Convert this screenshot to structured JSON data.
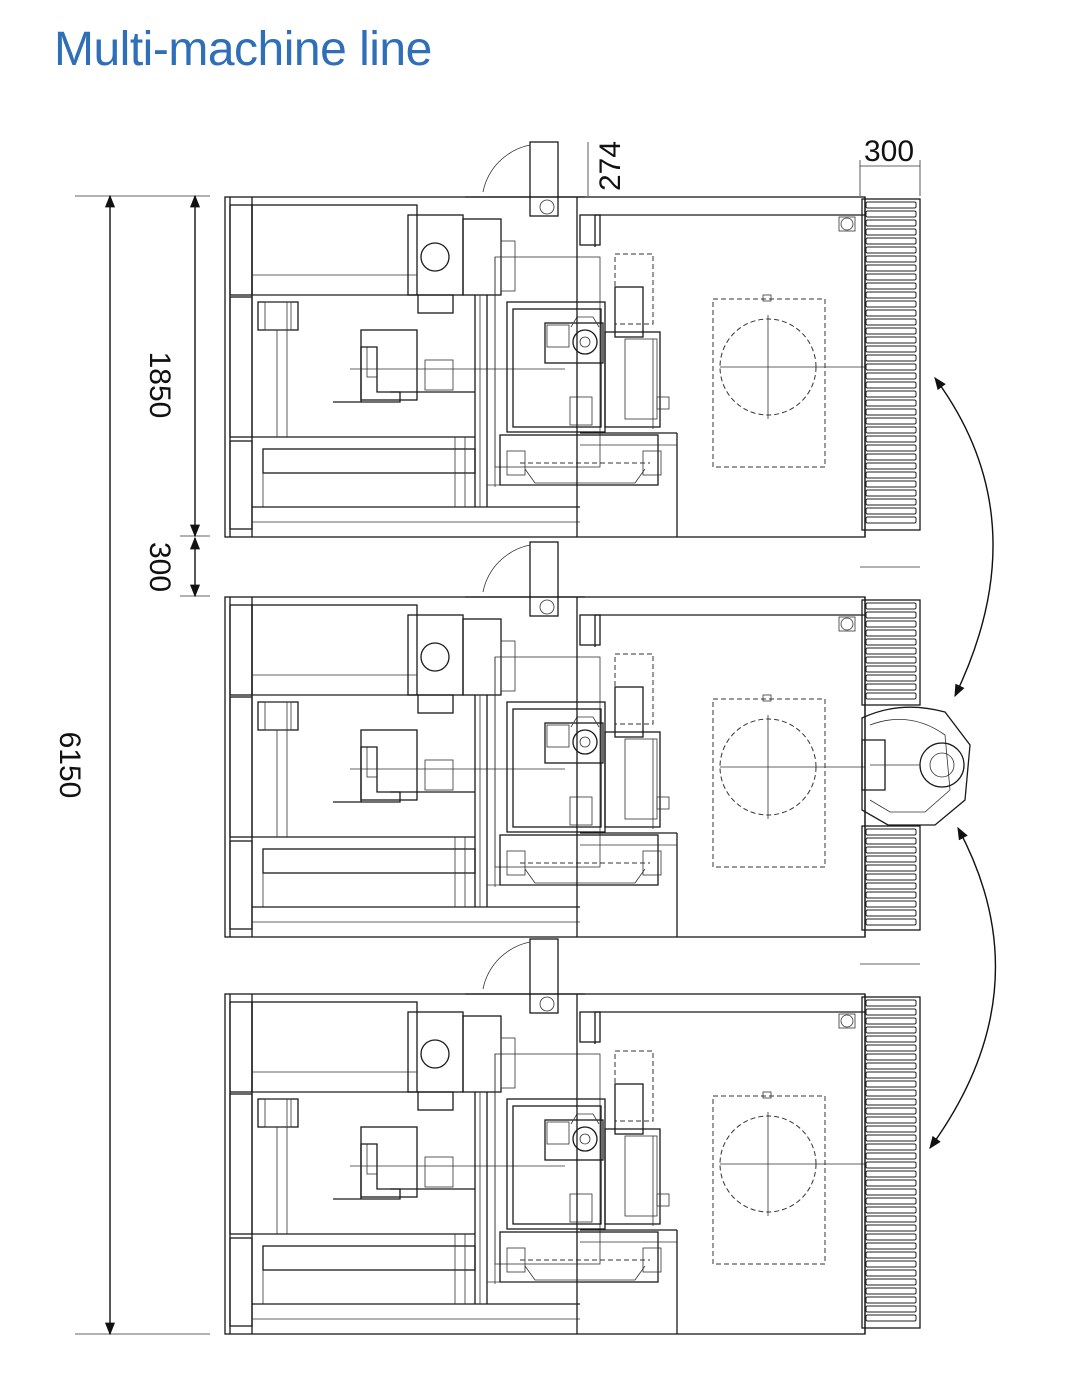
{
  "title": "Multi-machine line",
  "dimensions": {
    "total_length": "6150",
    "machine_length": "1850",
    "gap": "300",
    "door_clearance": "274",
    "conveyor_width": "300"
  },
  "machines": [
    {
      "id": "machine-1"
    },
    {
      "id": "machine-2"
    },
    {
      "id": "machine-3"
    }
  ],
  "colors": {
    "title": "#2f6fb7",
    "lines": "#1a1a1a"
  }
}
